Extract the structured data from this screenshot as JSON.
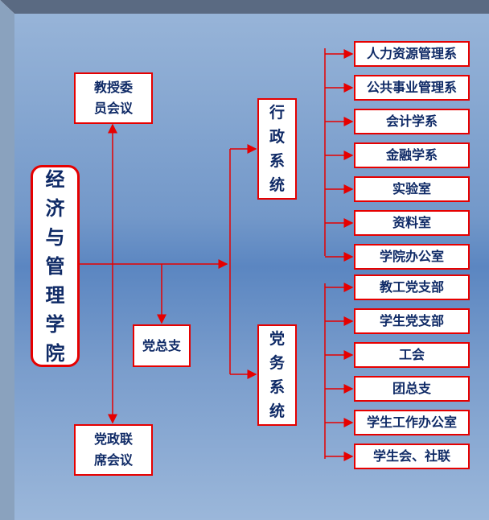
{
  "root": "经济与管理学院",
  "professor_committee": "教授委员会议",
  "party_general_branch": "党总支",
  "joint_meeting": "党政联席会议",
  "admin_system": "行政系统",
  "party_system": "党务系统",
  "admin_units": [
    "人力资源管理系",
    "公共事业管理系",
    "会计学系",
    "金融学系",
    "实验室",
    "资料室",
    "学院办公室"
  ],
  "party_units": [
    "教工党支部",
    "学生党支部",
    "工会",
    "团总支",
    "学生工作办公室",
    "学生会、社联"
  ],
  "colors": {
    "line": "#e60000",
    "text": "#0f2a66"
  }
}
